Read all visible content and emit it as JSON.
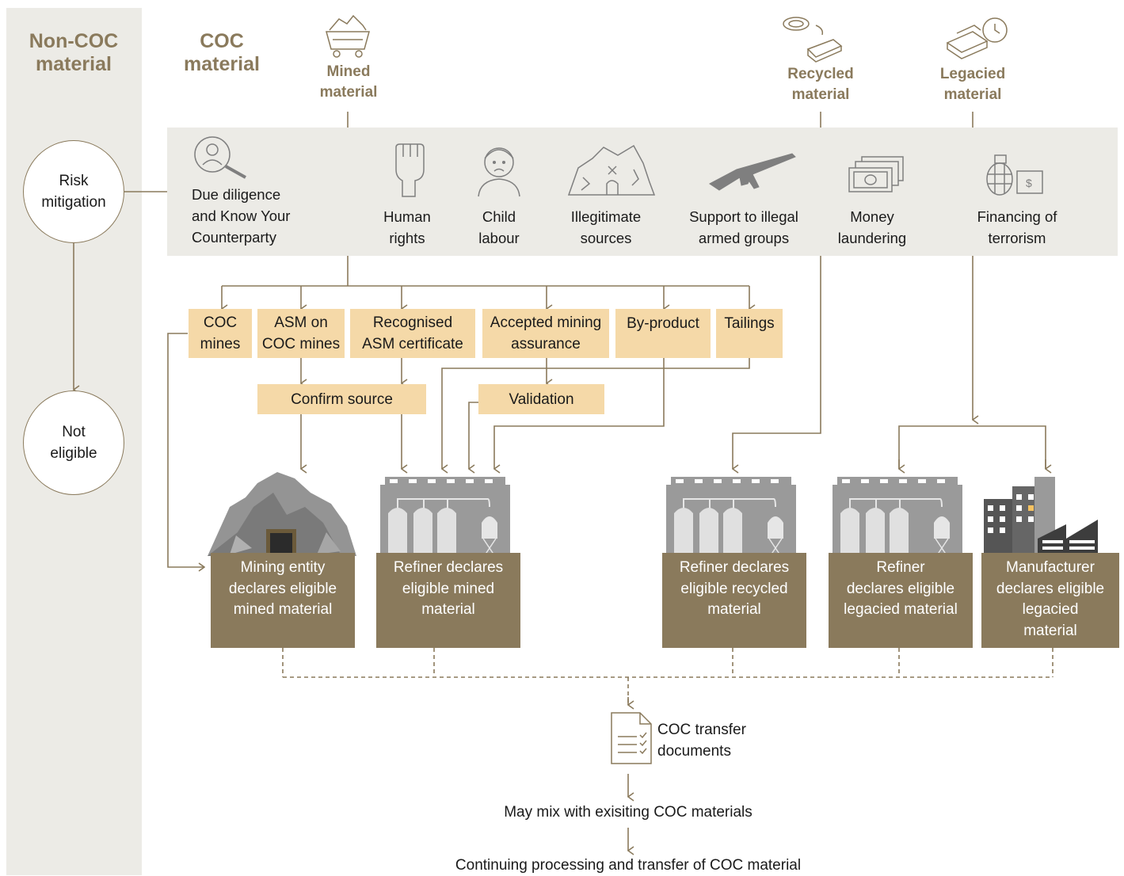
{
  "columns": {
    "non_coc": "Non-COC\nmaterial",
    "coc": "COC\nmaterial"
  },
  "sources": {
    "mined": "Mined\nmaterial",
    "recycled": "Recycled\nmaterial",
    "legacied": "Legacied\nmaterial"
  },
  "left_flow": {
    "risk": "Risk\nmitigation",
    "not_eligible": "Not\neligible"
  },
  "risks": [
    {
      "label": "Due diligence\nand Know Your\nCounterparty",
      "icon": "magnifier-person-icon"
    },
    {
      "label": "Human\nrights",
      "icon": "raised-fist-icon"
    },
    {
      "label": "Child\nlabour",
      "icon": "child-face-icon"
    },
    {
      "label": "Illegitimate\nsources",
      "icon": "broken-rock-icon"
    },
    {
      "label": "Support to illegal\narmed groups",
      "icon": "rifle-icon"
    },
    {
      "label": "Money\nlaundering",
      "icon": "banknotes-icon"
    },
    {
      "label": "Financing of\nterrorism",
      "icon": "grenade-money-icon"
    }
  ],
  "categories": [
    "COC\nmines",
    "ASM on\nCOC mines",
    "Recognised\nASM certificate",
    "Accepted mining\nassurance",
    "By-product",
    "Tailings"
  ],
  "checks": {
    "confirm": "Confirm source",
    "validation": "Validation"
  },
  "declarations": [
    "Mining entity\ndeclares eligible\nmined material",
    "Refiner declares\neligible mined\nmaterial",
    "Refiner declares\neligible recycled\nmaterial",
    "Refiner\ndeclares eligible\nlegacied material",
    "Manufacturer\ndeclares eligible\nlegacied\nmaterial"
  ],
  "outputs": {
    "transfer_docs": "COC transfer\ndocuments",
    "mix": "May mix with exisiting COC materials",
    "continue": "Continuing processing and transfer of COC material"
  },
  "colors": {
    "brand_brown": "#8a7a5c",
    "band_grey": "#ecebe6",
    "tan_box": "#f5d9a8",
    "icon_grey": "#7f7f7f"
  }
}
